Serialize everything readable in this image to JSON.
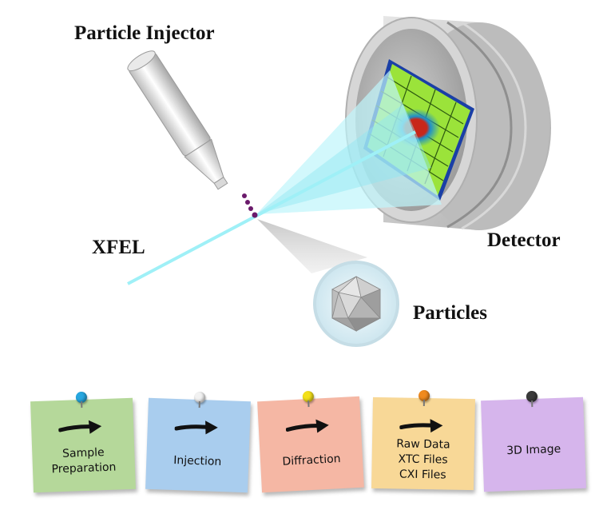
{
  "labels": {
    "injector": "Particle Injector",
    "xfel": "XFEL",
    "detector": "Detector",
    "particles": "Particles"
  },
  "workflow": [
    {
      "text": "Sample\nPreparation",
      "pin_color": "#27a7e0"
    },
    {
      "text": "Injection",
      "pin_color": "#f2f2f2"
    },
    {
      "text": "Diffraction",
      "pin_color": "#f3e01a"
    },
    {
      "text": "Raw Data\nXTC Files\nCXI Files",
      "pin_color": "#f08a1e"
    },
    {
      "text": "3D Image",
      "pin_color": "#3a3a3a"
    }
  ],
  "colors": {
    "beam": "#9ff0f7",
    "particle": "#6b1a6b",
    "detector_panel": "#9be33a",
    "detector_frame": "#1a3fa6",
    "diffraction_center": "#c8271a"
  }
}
